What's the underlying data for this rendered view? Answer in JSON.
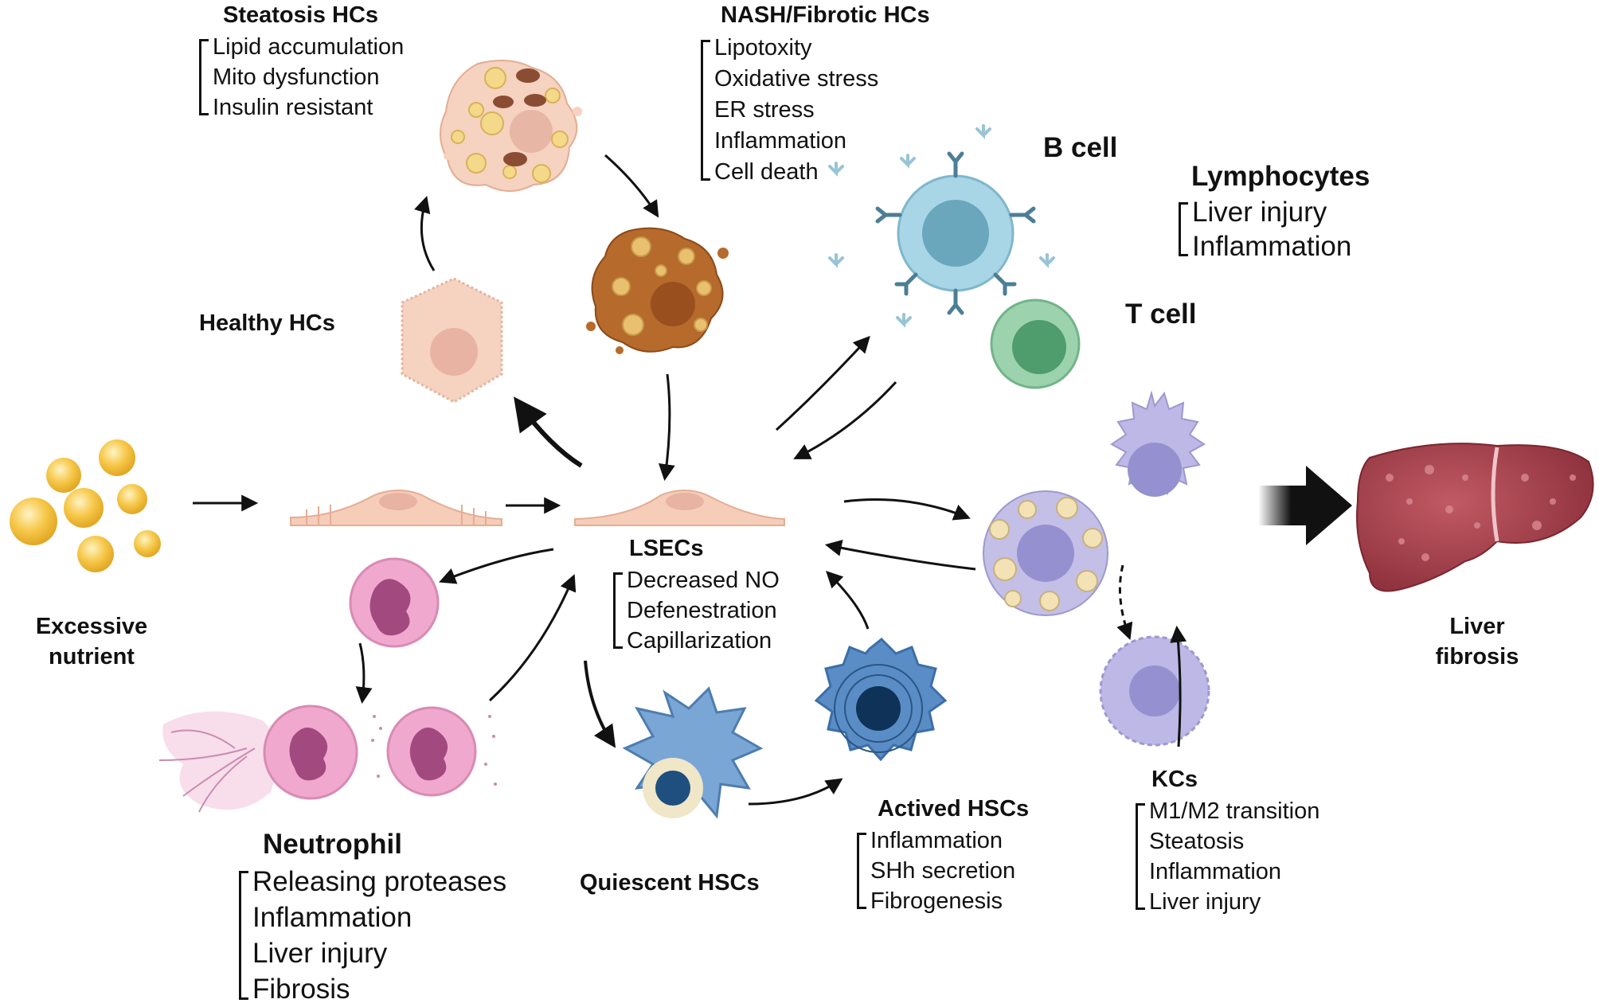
{
  "labels": {
    "healthy_hcs": "Healthy HCs",
    "excessive_nutrient": [
      "Excessive",
      "nutrient"
    ],
    "b_cell": "B cell",
    "t_cell": "T cell",
    "quiescent_hscs": "Quiescent HSCs",
    "liver_fibrosis": [
      "Liver",
      "fibrosis"
    ]
  },
  "blocks": {
    "steatosis": {
      "title": "Steatosis HCs",
      "items": [
        "Lipid accumulation",
        "Mito dysfunction",
        "Insulin resistant"
      ]
    },
    "nash": {
      "title": "NASH/Fibrotic HCs",
      "items": [
        "Lipotoxity",
        "Oxidative stress",
        "ER stress",
        "Inflammation",
        "Cell death"
      ]
    },
    "lymphocytes": {
      "title": "Lymphocytes",
      "items": [
        "Liver injury",
        "Inflammation"
      ]
    },
    "lsecs": {
      "title": "LSECs",
      "items": [
        "Decreased NO",
        "Defenestration",
        "Capillarization"
      ]
    },
    "neutrophil": {
      "title": "Neutrophil",
      "items": [
        "Releasing proteases",
        "Inflammation",
        "Liver injury",
        "Fibrosis"
      ]
    },
    "actived_hscs": {
      "title": "Actived HSCs",
      "items": [
        "Inflammation",
        "SHh secretion",
        "Fibrogenesis"
      ]
    },
    "kcs": {
      "title": "KCs",
      "items": [
        "M1/M2 transition",
        "Steatosis",
        "Inflammation",
        "Liver injury"
      ]
    }
  },
  "colors": {
    "hepatocyte": "#f6d2c0",
    "fibrotic_hepatocyte": "#b66a2c",
    "lipid": "#f4c542",
    "lsec": "#f6cdb8",
    "b_cell": "#a8d6e6",
    "t_cell": "#9cd3ae",
    "kupffer": "#bdb8e6",
    "neutrophil": "#f0a8cf",
    "hsc": "#7aa6d6",
    "liver": "#a9434f",
    "arrow": "#111111"
  },
  "icons": [
    "lipid-droplet-icon",
    "hepatocyte-icon",
    "steatotic-hepatocyte-icon",
    "fibrotic-hepatocyte-icon",
    "lsec-icon",
    "b-cell-icon",
    "t-cell-icon",
    "kupffer-cell-icon",
    "neutrophil-icon",
    "net-neutrophil-icon",
    "quiescent-hsc-icon",
    "activated-hsc-icon",
    "liver-icon"
  ]
}
